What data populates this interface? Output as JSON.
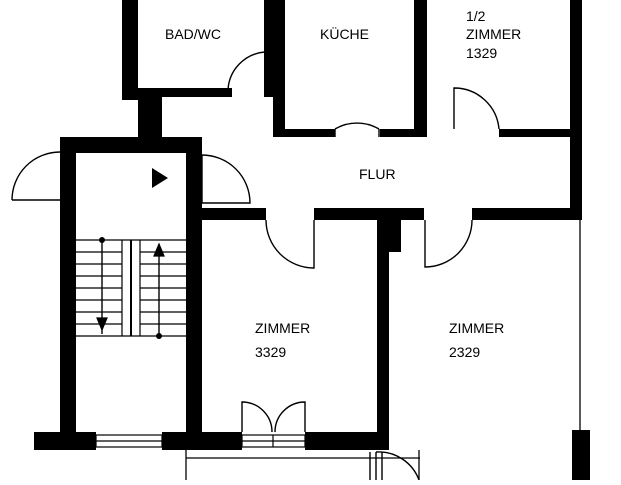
{
  "colors": {
    "wall": "#000000",
    "background": "#ffffff",
    "line": "#000000"
  },
  "rooms": {
    "bad": {
      "name": "BAD/WC"
    },
    "kueche": {
      "name": "KÜCHE"
    },
    "halbzimmer": {
      "fraction": "1/2",
      "name": "ZIMMER",
      "number": "1329"
    },
    "flur": {
      "name": "FLUR"
    },
    "zimmer_left": {
      "name": "ZIMMER",
      "number": "3329"
    },
    "zimmer_right": {
      "name": "ZIMMER",
      "number": "2329"
    }
  },
  "icons": {
    "entrance_arrow": "play-triangle-icon",
    "stairs": "staircase-icon"
  }
}
